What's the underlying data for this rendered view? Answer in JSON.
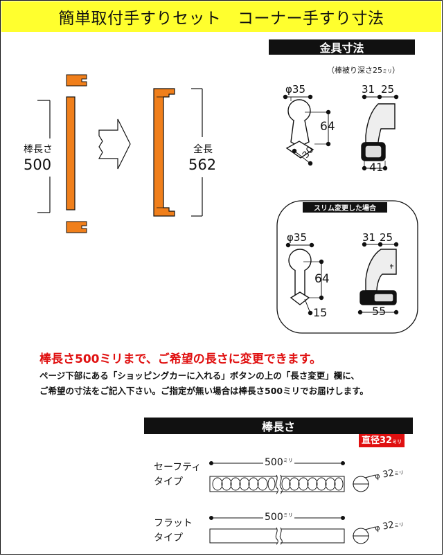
{
  "header": {
    "title": "簡単取付手すりセット　コーナー手すり寸法"
  },
  "left": {
    "bar_length_label": "棒長さ",
    "bar_length_value": "500",
    "total_length_label": "全長",
    "total_length_value": "562"
  },
  "fittings": {
    "title": "金具寸法",
    "note": "（棒被り深さ25",
    "note_unit_small": "ミリ",
    "note_close": "）",
    "standard": {
      "d35": "φ35",
      "d64": "64",
      "d30": "30",
      "d31": "31",
      "d25": "25",
      "d41": "41"
    },
    "slim": {
      "label": "スリム変更した場合",
      "d35": "φ35",
      "d64": "64",
      "d15": "15",
      "d31": "31",
      "d25": "25",
      "d55": "55"
    }
  },
  "message": {
    "headline": "棒長さ500ミリまで、ご希望の長さに変更できます。",
    "line1": "ページ下部にある「ショッピングカーに入れる」ボタンの上の「長さ変更」欄に、",
    "line2": "ご希望の寸法をご記入下さい。ご指定が無い場合は棒長さ500ミリでお届けします。"
  },
  "bars": {
    "title": "棒長さ",
    "diameter_badge": "直径32",
    "diameter_badge_unit": "ミリ",
    "safety": {
      "name1": "セーフティ",
      "name2": "タイプ",
      "length": "500",
      "unit": "ミリ",
      "diam_prefix": "φ",
      "diam": "32",
      "diam_unit": "ミリ"
    },
    "flat": {
      "name1": "フラット",
      "name2": "タイプ",
      "length": "500",
      "unit": "ミリ",
      "diam_prefix": "φ",
      "diam": "32",
      "diam_unit": "ミリ"
    }
  },
  "colors": {
    "header_bg": "#ffff2e",
    "bar_orange": "#f07f1b",
    "accent_red": "#e01010"
  }
}
